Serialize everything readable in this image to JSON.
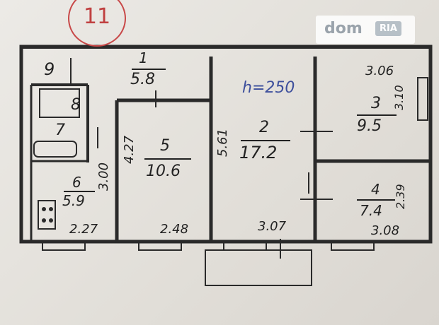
{
  "sheet_number": "11",
  "ceiling_height": "h=250",
  "watermark": {
    "brand": "dom",
    "sub": "RIA"
  },
  "rooms": [
    {
      "id": "9",
      "number": "9",
      "area": ""
    },
    {
      "id": "1",
      "number": "1",
      "area": "5.8"
    },
    {
      "id": "2",
      "number": "2",
      "area": "17.2"
    },
    {
      "id": "3",
      "number": "3",
      "area": "9.5"
    },
    {
      "id": "4",
      "number": "4",
      "area": "7.4"
    },
    {
      "id": "5",
      "number": "5",
      "area": "10.6"
    },
    {
      "id": "6",
      "number": "6",
      "area": "5.9"
    },
    {
      "id": "7",
      "number": "7",
      "area": ""
    },
    {
      "id": "8",
      "number": "8",
      "area": ""
    }
  ],
  "dimensions": {
    "bath_width": "2.27",
    "room5_width": "2.48",
    "room2_width": "3.07",
    "room4_width": "3.08",
    "room3_width": "3.06",
    "room3_depth": "3.10",
    "room4_depth": "2.39",
    "room5_depth": "4.27",
    "room2_depth": "5.61",
    "bath_depth": "3.00"
  },
  "colors": {
    "ink": "#222222",
    "red_circle": "#c84848",
    "blue_ink": "#3d4f9c"
  }
}
